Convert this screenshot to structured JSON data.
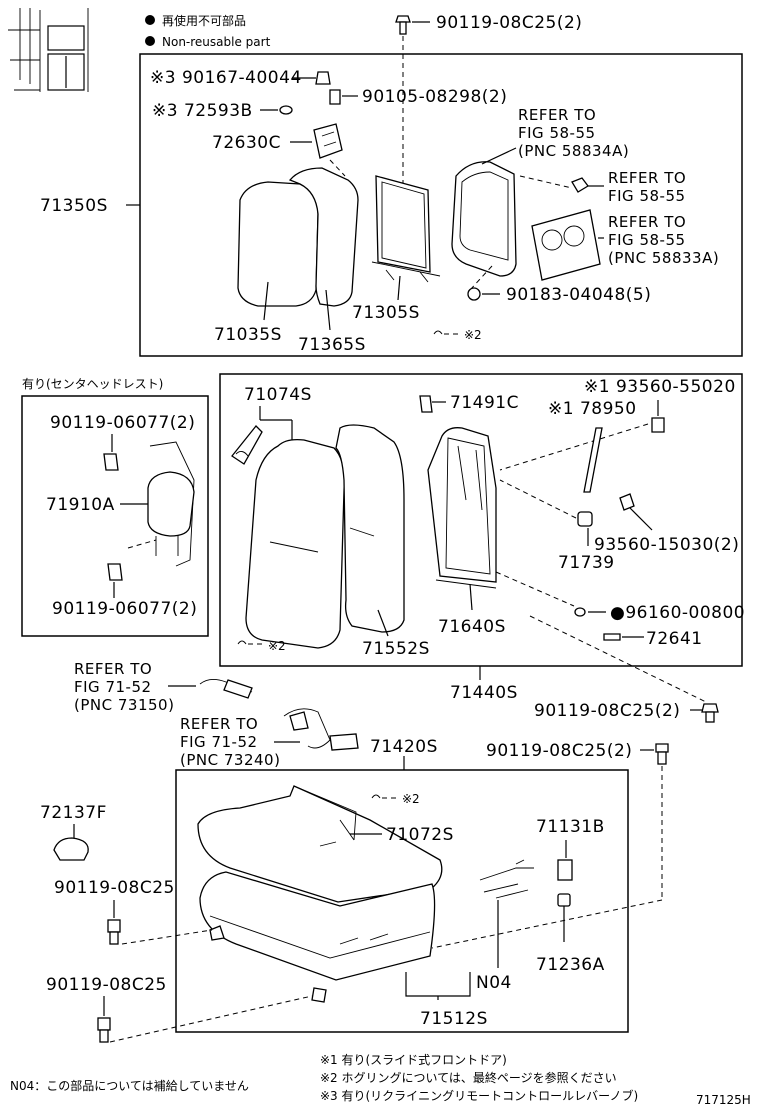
{
  "legend": {
    "bullet_jp": "再使用不可部品",
    "bullet_en": "Non-reusable part"
  },
  "parts": {
    "p_90119_08C25_top": "90119-08C25(2)",
    "p_90167_40044": "※3 90167-40044",
    "p_90105_08298": "90105-08298(2)",
    "p_72593B": "※3 72593B",
    "p_72630C": "72630C",
    "p_71350S": "71350S",
    "p_71035S": "71035S",
    "p_71365S": "71365S",
    "p_71305S": "71305S",
    "p_90183_04048": "90183-04048(5)",
    "p_71074S": "71074S",
    "p_71491C": "71491C",
    "p_93560_55020": "※1 93560-55020",
    "p_78950": "※1 78950",
    "p_93560_15030": "93560-15030(2)",
    "p_71739": "71739",
    "p_96160_00800": "●96160-00800",
    "p_72641": "72641",
    "p_71640S": "71640S",
    "p_71552S": "71552S",
    "p_71440S": "71440S",
    "p_90119_08C25_mid": "90119-08C25(2)",
    "p_90119_06077_a": "90119-06077(2)",
    "p_71910A": "71910A",
    "p_90119_06077_b": "90119-06077(2)",
    "p_71420S": "71420S",
    "p_90119_08C25_r": "90119-08C25(2)",
    "p_72137F": "72137F",
    "p_90119_08C25_l1": "90119-08C25",
    "p_90119_08C25_l2": "90119-08C25",
    "p_71072S": "71072S",
    "p_71131B": "71131B",
    "p_71236A": "71236A",
    "p_N04": "N04",
    "p_71512S": "71512S"
  },
  "refs": {
    "ref1": [
      "REFER TO",
      "FIG 58-55",
      "(PNC 58834A)"
    ],
    "ref2": [
      "REFER TO",
      "FIG 58-55"
    ],
    "ref3": [
      "REFER TO",
      "FIG 58-55",
      "(PNC 58833A)"
    ],
    "ref4": [
      "REFER TO",
      "FIG 71-52",
      "(PNC 73150)"
    ],
    "ref5": [
      "REFER TO",
      "FIG 71-52",
      "(PNC 73240)"
    ]
  },
  "marks": {
    "ring_mark": "※2",
    "headrest_header": "有り(センタヘッドレスト)"
  },
  "footnotes": {
    "note1": "※1 有り(スライド式フロントドア)",
    "note2": "※2 ホグリングについては、最終ページを参照ください",
    "note3": "※3 有り(リクライニングリモートコントロールレバーノブ)",
    "n04_note": "N04：この部品については補給していません",
    "fig_id": "717125H"
  }
}
